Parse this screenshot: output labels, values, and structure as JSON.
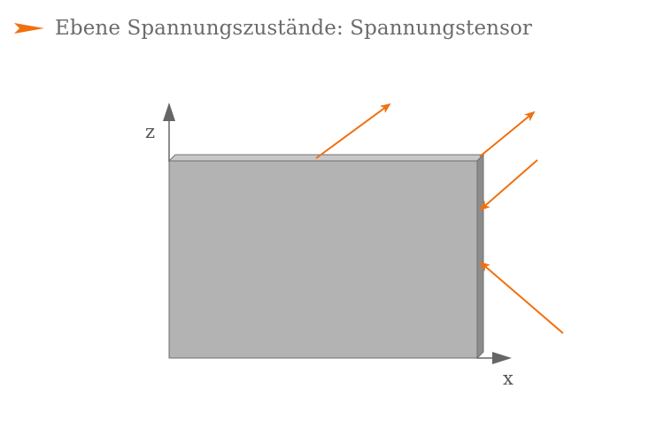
{
  "header": {
    "title": "Ebene Spannungszustände: Spannungstensor"
  },
  "axes": {
    "x_label": "x",
    "z_label": "z"
  },
  "colors": {
    "accent": "#f07010",
    "plate_front": "#b3b3b3",
    "plate_edge": "#8c8c8c",
    "plate_top": "#c8c8c8",
    "axis": "#666666",
    "title": "#6b6b6b"
  },
  "icons": {
    "header_bullet": "orange-arrowhead-icon"
  }
}
